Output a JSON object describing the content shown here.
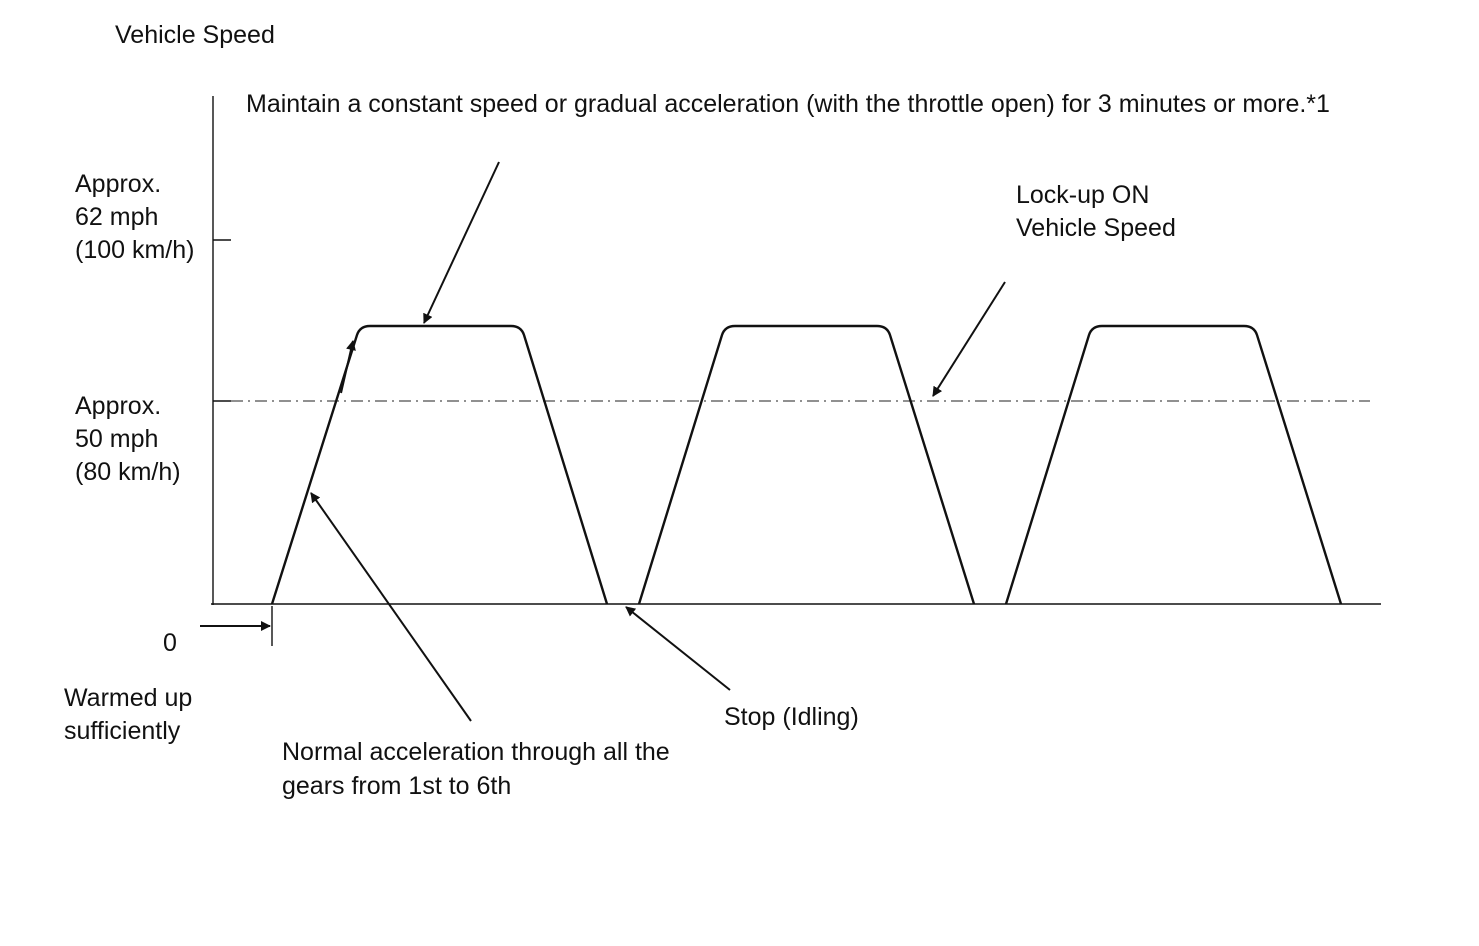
{
  "labels": {
    "y_axis_title": "Vehicle Speed",
    "top_note": "Maintain a constant speed or gradual acceleration (with the throttle open) for 3 minutes or more.*1",
    "speed_high": [
      "Approx.",
      "62 mph",
      "(100 km/h)"
    ],
    "speed_mid": [
      "Approx.",
      "50 mph",
      "(80 km/h)"
    ],
    "zero": "0",
    "lockup": [
      "Lock-up ON",
      "Vehicle Speed"
    ],
    "warmed": [
      "Warmed up",
      "sufficiently"
    ],
    "normal_accel": [
      "Normal acceleration through all the",
      "gears from 1st to 6th"
    ],
    "stop": "Stop (Idling)"
  },
  "colors": {
    "ink": "#111111",
    "background": "#ffffff"
  }
}
